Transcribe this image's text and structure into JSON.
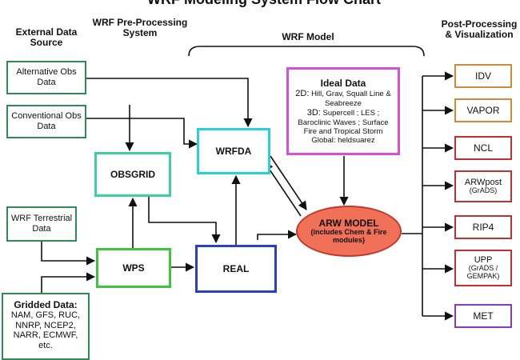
{
  "title": "WRF Modeling System Flow Chart",
  "columns": {
    "external": "External Data Source",
    "preprocessing": "WRF Pre-Processing System",
    "model": "WRF Model",
    "post": "Post-Processing & Visualization"
  },
  "sources": {
    "alternative_obs": "Alternative Obs Data",
    "conventional_obs": "Conventional Obs Data",
    "terrestrial": "WRF Terrestrial Data",
    "gridded_title": "Gridded Data:",
    "gridded_list": "NAM, GFS, RUC, NNRP, NCEP2, NARR, ECMWF, etc."
  },
  "nodes": {
    "obsgrid": "OBSGRID",
    "wps": "WPS",
    "wrfda": "WRFDA",
    "real": "REAL"
  },
  "ideal": {
    "title": "Ideal Data",
    "l2d_key": "2D:",
    "l2d": "Hill, Grav, Squall Line & Seabreeze",
    "l3d_key": "3D:",
    "l3d": "Supercell ; LES ; Baroclinic Waves ; Surface Fire and Tropical Storm",
    "global": "Global: heldsuarez"
  },
  "arw": {
    "title": "ARW MODEL",
    "sub": "(includes Chem & Fire modules)"
  },
  "post": {
    "idv": "IDV",
    "vapor": "VAPOR",
    "ncl": "NCL",
    "arwpost": "ARWpost",
    "arwpost_sub": "(GrADS)",
    "rip4": "RIP4",
    "upp": "UPP",
    "upp_sub": "(GrADS / GEMPAK)",
    "met": "MET"
  },
  "colors": {
    "source_border": "#2e8b57",
    "obsgrid_border": "#3ccfa0",
    "wps_border": "#3ec43e",
    "wrfda_border": "#28d0d8",
    "real_border": "#2a3fc8",
    "ideal_border": "#d64fd6",
    "arw_fill": "#f07058",
    "post_border_orange": "#d08a3a",
    "post_border_red": "#c03030",
    "met_border": "#8a3ab8"
  }
}
